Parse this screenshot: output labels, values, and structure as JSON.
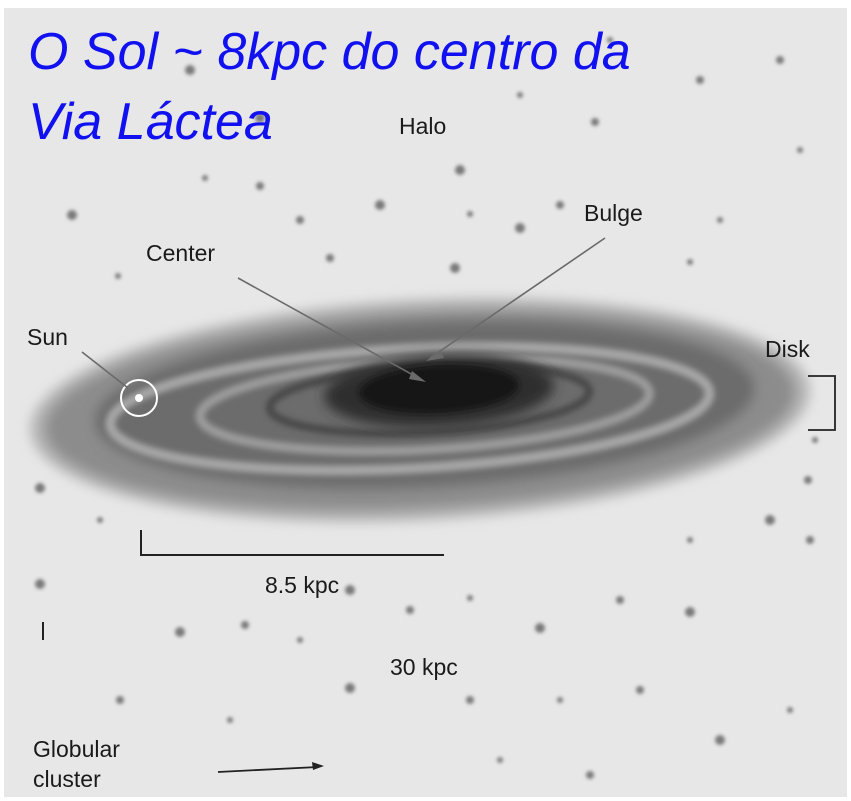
{
  "title": {
    "line1": "O Sol ~ 8kpc do centro da",
    "line2": "Via Láctea",
    "color": "#1010f0"
  },
  "labels": {
    "halo": "Halo",
    "bulge": "Bulge",
    "center": "Center",
    "sun": "Sun",
    "disk": "Disk",
    "scale_small": "8.5 kpc",
    "scale_large": "30 kpc",
    "globular_line1": "Globular",
    "globular_line2": "cluster"
  },
  "colors": {
    "background": "#e7e7e7",
    "disk": "#5f5f5f",
    "bulge": "#1e1e1e",
    "sun_marker": "#ffffff"
  }
}
